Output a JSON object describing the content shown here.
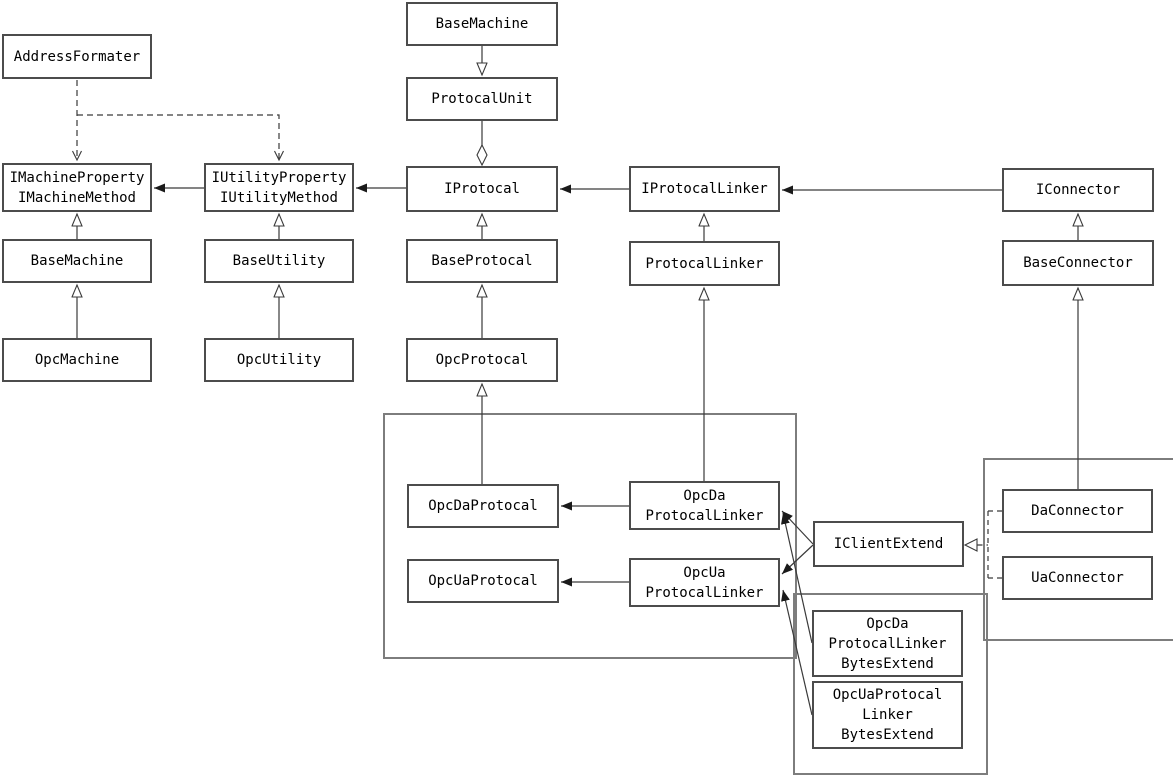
{
  "diagram": {
    "kind": "uml-class-diagram",
    "background_color": "#ffffff",
    "box_fill": "#ffffff",
    "box_border_color": "#4c4c4c",
    "group_border_color": "#7d7d7d",
    "line_color": "#3a3a3a",
    "text_color": "#000000"
  },
  "nodes": {
    "address_formater": {
      "label": "AddressFormater"
    },
    "imachine": {
      "line1": "IMachineProperty",
      "line2": "IMachineMethod"
    },
    "iutility": {
      "line1": "IUtilityProperty",
      "line2": "IUtilityMethod"
    },
    "base_machine_left": {
      "label": "BaseMachine"
    },
    "opc_machine": {
      "label": "OpcMachine"
    },
    "base_utility": {
      "label": "BaseUtility"
    },
    "opc_utility": {
      "label": "OpcUtility"
    },
    "base_machine_top": {
      "label": "BaseMachine"
    },
    "protocal_unit": {
      "label": "ProtocalUnit"
    },
    "iprotocal": {
      "label": "IProtocal"
    },
    "iprotocal_linker": {
      "label": "IProtocalLinker"
    },
    "base_protocal": {
      "label": "BaseProtocal"
    },
    "protocal_linker": {
      "label": "ProtocalLinker"
    },
    "opc_protocal": {
      "label": "OpcProtocal"
    },
    "iconnector": {
      "label": "IConnector"
    },
    "base_connector": {
      "label": "BaseConnector"
    },
    "opc_da_protocal": {
      "label": "OpcDaProtocal"
    },
    "opc_ua_protocal": {
      "label": "OpcUaProtocal"
    },
    "opc_da_linker": {
      "line1": "OpcDa",
      "line2": "ProtocalLinker"
    },
    "opc_ua_linker": {
      "line1": "OpcUa",
      "line2": "ProtocalLinker"
    },
    "iclient_extend": {
      "label": "IClientExtend"
    },
    "da_connector": {
      "label": "DaConnector"
    },
    "ua_connector": {
      "label": "UaConnector"
    },
    "opc_da_bytes": {
      "line1": "OpcDa",
      "line2": "ProtocalLinker",
      "line3": "BytesExtend"
    },
    "opc_ua_bytes": {
      "line1": "OpcUaProtocal",
      "line2": "Linker",
      "line3": "BytesExtend"
    }
  },
  "edges": [
    {
      "from": "AddressFormater",
      "to": "IMachineProperty/IMachineMethod",
      "type": "dashed-dependency"
    },
    {
      "from": "AddressFormater",
      "to": "IUtilityProperty/IUtilityMethod",
      "type": "dashed-dependency"
    },
    {
      "from": "IUtilityProperty/IUtilityMethod",
      "to": "IMachineProperty/IMachineMethod",
      "type": "association-arrow"
    },
    {
      "from": "IProtocal",
      "to": "IUtilityProperty/IUtilityMethod",
      "type": "association-arrow"
    },
    {
      "from": "IProtocalLinker",
      "to": "IProtocal",
      "type": "association-arrow"
    },
    {
      "from": "IConnector",
      "to": "IProtocalLinker",
      "type": "association-arrow"
    },
    {
      "from": "BaseMachine (left)",
      "to": "IMachineProperty/IMachineMethod",
      "type": "generalization"
    },
    {
      "from": "OpcMachine",
      "to": "BaseMachine (left)",
      "type": "generalization"
    },
    {
      "from": "BaseUtility",
      "to": "IUtilityProperty/IUtilityMethod",
      "type": "generalization"
    },
    {
      "from": "OpcUtility",
      "to": "BaseUtility",
      "type": "generalization"
    },
    {
      "from": "BaseMachine (top)",
      "to": "ProtocalUnit",
      "type": "generalization"
    },
    {
      "from": "ProtocalUnit",
      "to": "IProtocal",
      "type": "aggregation-diamond"
    },
    {
      "from": "BaseProtocal",
      "to": "IProtocal",
      "type": "generalization"
    },
    {
      "from": "OpcProtocal",
      "to": "BaseProtocal",
      "type": "generalization"
    },
    {
      "from": "OpcDaProtocal",
      "to": "OpcProtocal",
      "type": "generalization"
    },
    {
      "from": "ProtocalLinker",
      "to": "IProtocalLinker",
      "type": "generalization"
    },
    {
      "from": "OpcDa ProtocalLinker",
      "to": "ProtocalLinker",
      "type": "generalization"
    },
    {
      "from": "BaseConnector",
      "to": "IConnector",
      "type": "generalization"
    },
    {
      "from": "DaConnector",
      "to": "BaseConnector",
      "type": "generalization"
    },
    {
      "from": "OpcDa ProtocalLinker",
      "to": "OpcDaProtocal",
      "type": "association-arrow"
    },
    {
      "from": "OpcUa ProtocalLinker",
      "to": "OpcUaProtocal",
      "type": "association-arrow"
    },
    {
      "from": "IClientExtend",
      "to": "OpcDa ProtocalLinker",
      "type": "association-arrow"
    },
    {
      "from": "IClientExtend",
      "to": "OpcUa ProtocalLinker",
      "type": "association-arrow"
    },
    {
      "from": "OpcDa ProtocalLinker BytesExtend",
      "to": "OpcDa ProtocalLinker",
      "type": "association-arrow"
    },
    {
      "from": "OpcUaProtocal Linker BytesExtend",
      "to": "OpcUa ProtocalLinker",
      "type": "association-arrow"
    },
    {
      "from": "DaConnector",
      "to": "IClientExtend",
      "type": "dashed-realization"
    },
    {
      "from": "UaConnector",
      "to": "IClientExtend",
      "type": "dashed-realization"
    }
  ]
}
